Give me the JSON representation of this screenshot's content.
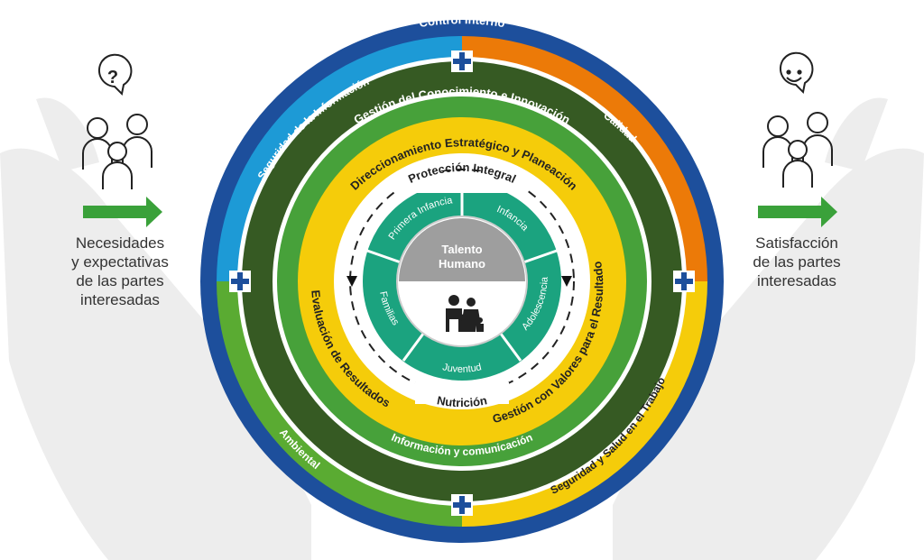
{
  "rings": {
    "outer": {
      "top": "Control Interno",
      "left": "Seguridad de la Información",
      "right": "Calidad",
      "bottom_left": "Ambiental",
      "bottom_right": "Seguridad y Salud en el Trabajo"
    },
    "dark_green": {
      "top": "Gestión del Conocimiento e Innovación",
      "bottom": "Información y comunicación"
    },
    "yellow": {
      "top": "Direccionamiento Estratégico y Planeación",
      "left": "Evaluación de Resultados",
      "right": "Gestión con Valores para el Resultado"
    },
    "white_band": {
      "top": "Protección Integral",
      "bottom": "Nutrición"
    },
    "teal": {
      "primera_infancia": "Primera Infancia",
      "infancia": "Infancia",
      "adolescencia": "Adolescencia",
      "juventud": "Juventud",
      "familias": "Familias"
    },
    "center": {
      "line1": "Talento",
      "line2": "Humano"
    }
  },
  "left_panel": {
    "lines": [
      "Necesidades",
      "y expectativas",
      "de las partes",
      "interesadas"
    ]
  },
  "right_panel": {
    "lines": [
      "Satisfacción",
      "de las partes",
      "interesadas"
    ]
  },
  "colors": {
    "navy": "#1d4f9c",
    "light_blue": "#1d9ad6",
    "orange": "#ec7a08",
    "yellow": "#f5cc0a",
    "green": "#5aab32",
    "dark_green": "#365a23",
    "mid_green": "#47a13a",
    "teal": "#1ba37f",
    "gray": "#9e9e9e",
    "arrow_green": "#3aa13a"
  },
  "icons": {
    "left": "people-question-icon",
    "right": "people-smile-icon",
    "center": "family-icon"
  }
}
